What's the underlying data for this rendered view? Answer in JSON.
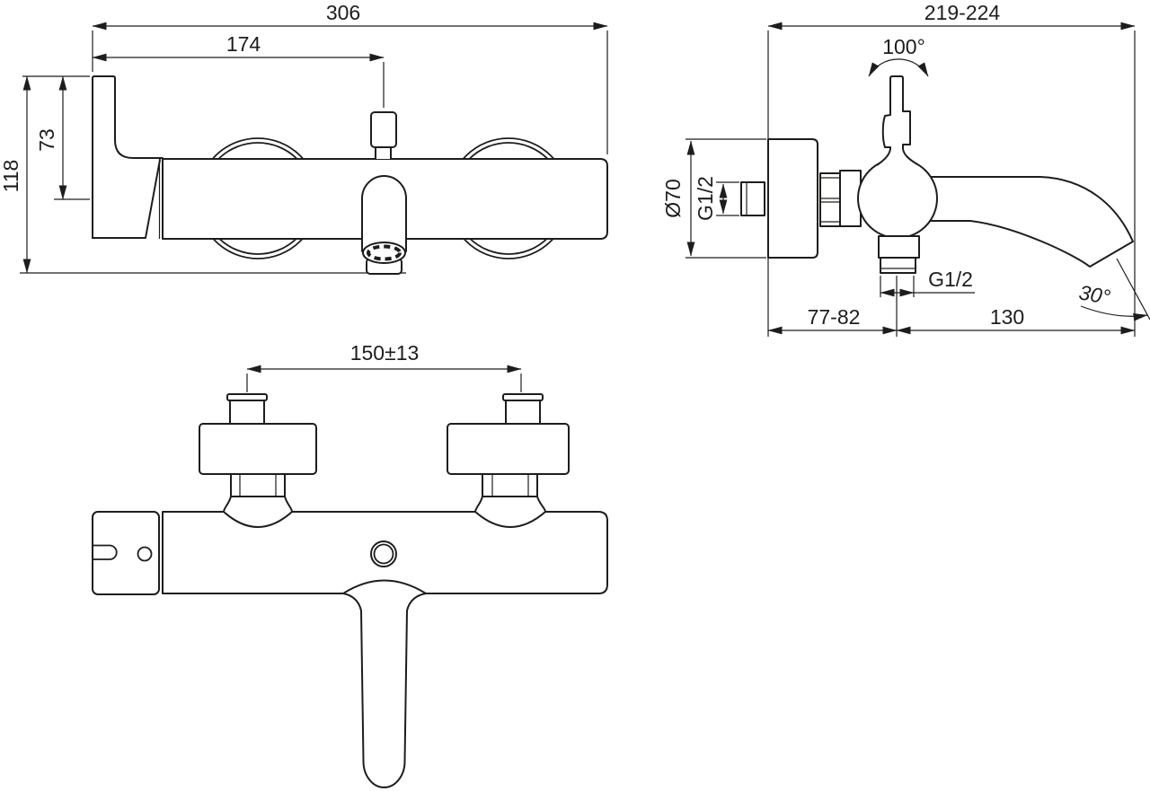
{
  "drawing": {
    "type": "technical-dimension-drawing",
    "subject": "wall-mounted single-lever bath shower mixer",
    "line_color": "#1d1d1b",
    "background": "#ffffff",
    "front_view": {
      "overall_width": "306",
      "spout_offset_from_left": "174",
      "overall_height": "118",
      "handle_top_to_axis": "73"
    },
    "side_view": {
      "overall_depth": "219-224",
      "handle_swing_angle": "100°",
      "escutcheon_diameter": "Ø70",
      "inlet_thread": "G1/2",
      "outlet_thread": "G1/2",
      "wall_to_outlet_axis": "77-82",
      "outlet_axis_to_spout_tip": "130",
      "spout_end_angle": "30°"
    },
    "plan_view": {
      "inlet_centre_distance": "150±13"
    }
  }
}
